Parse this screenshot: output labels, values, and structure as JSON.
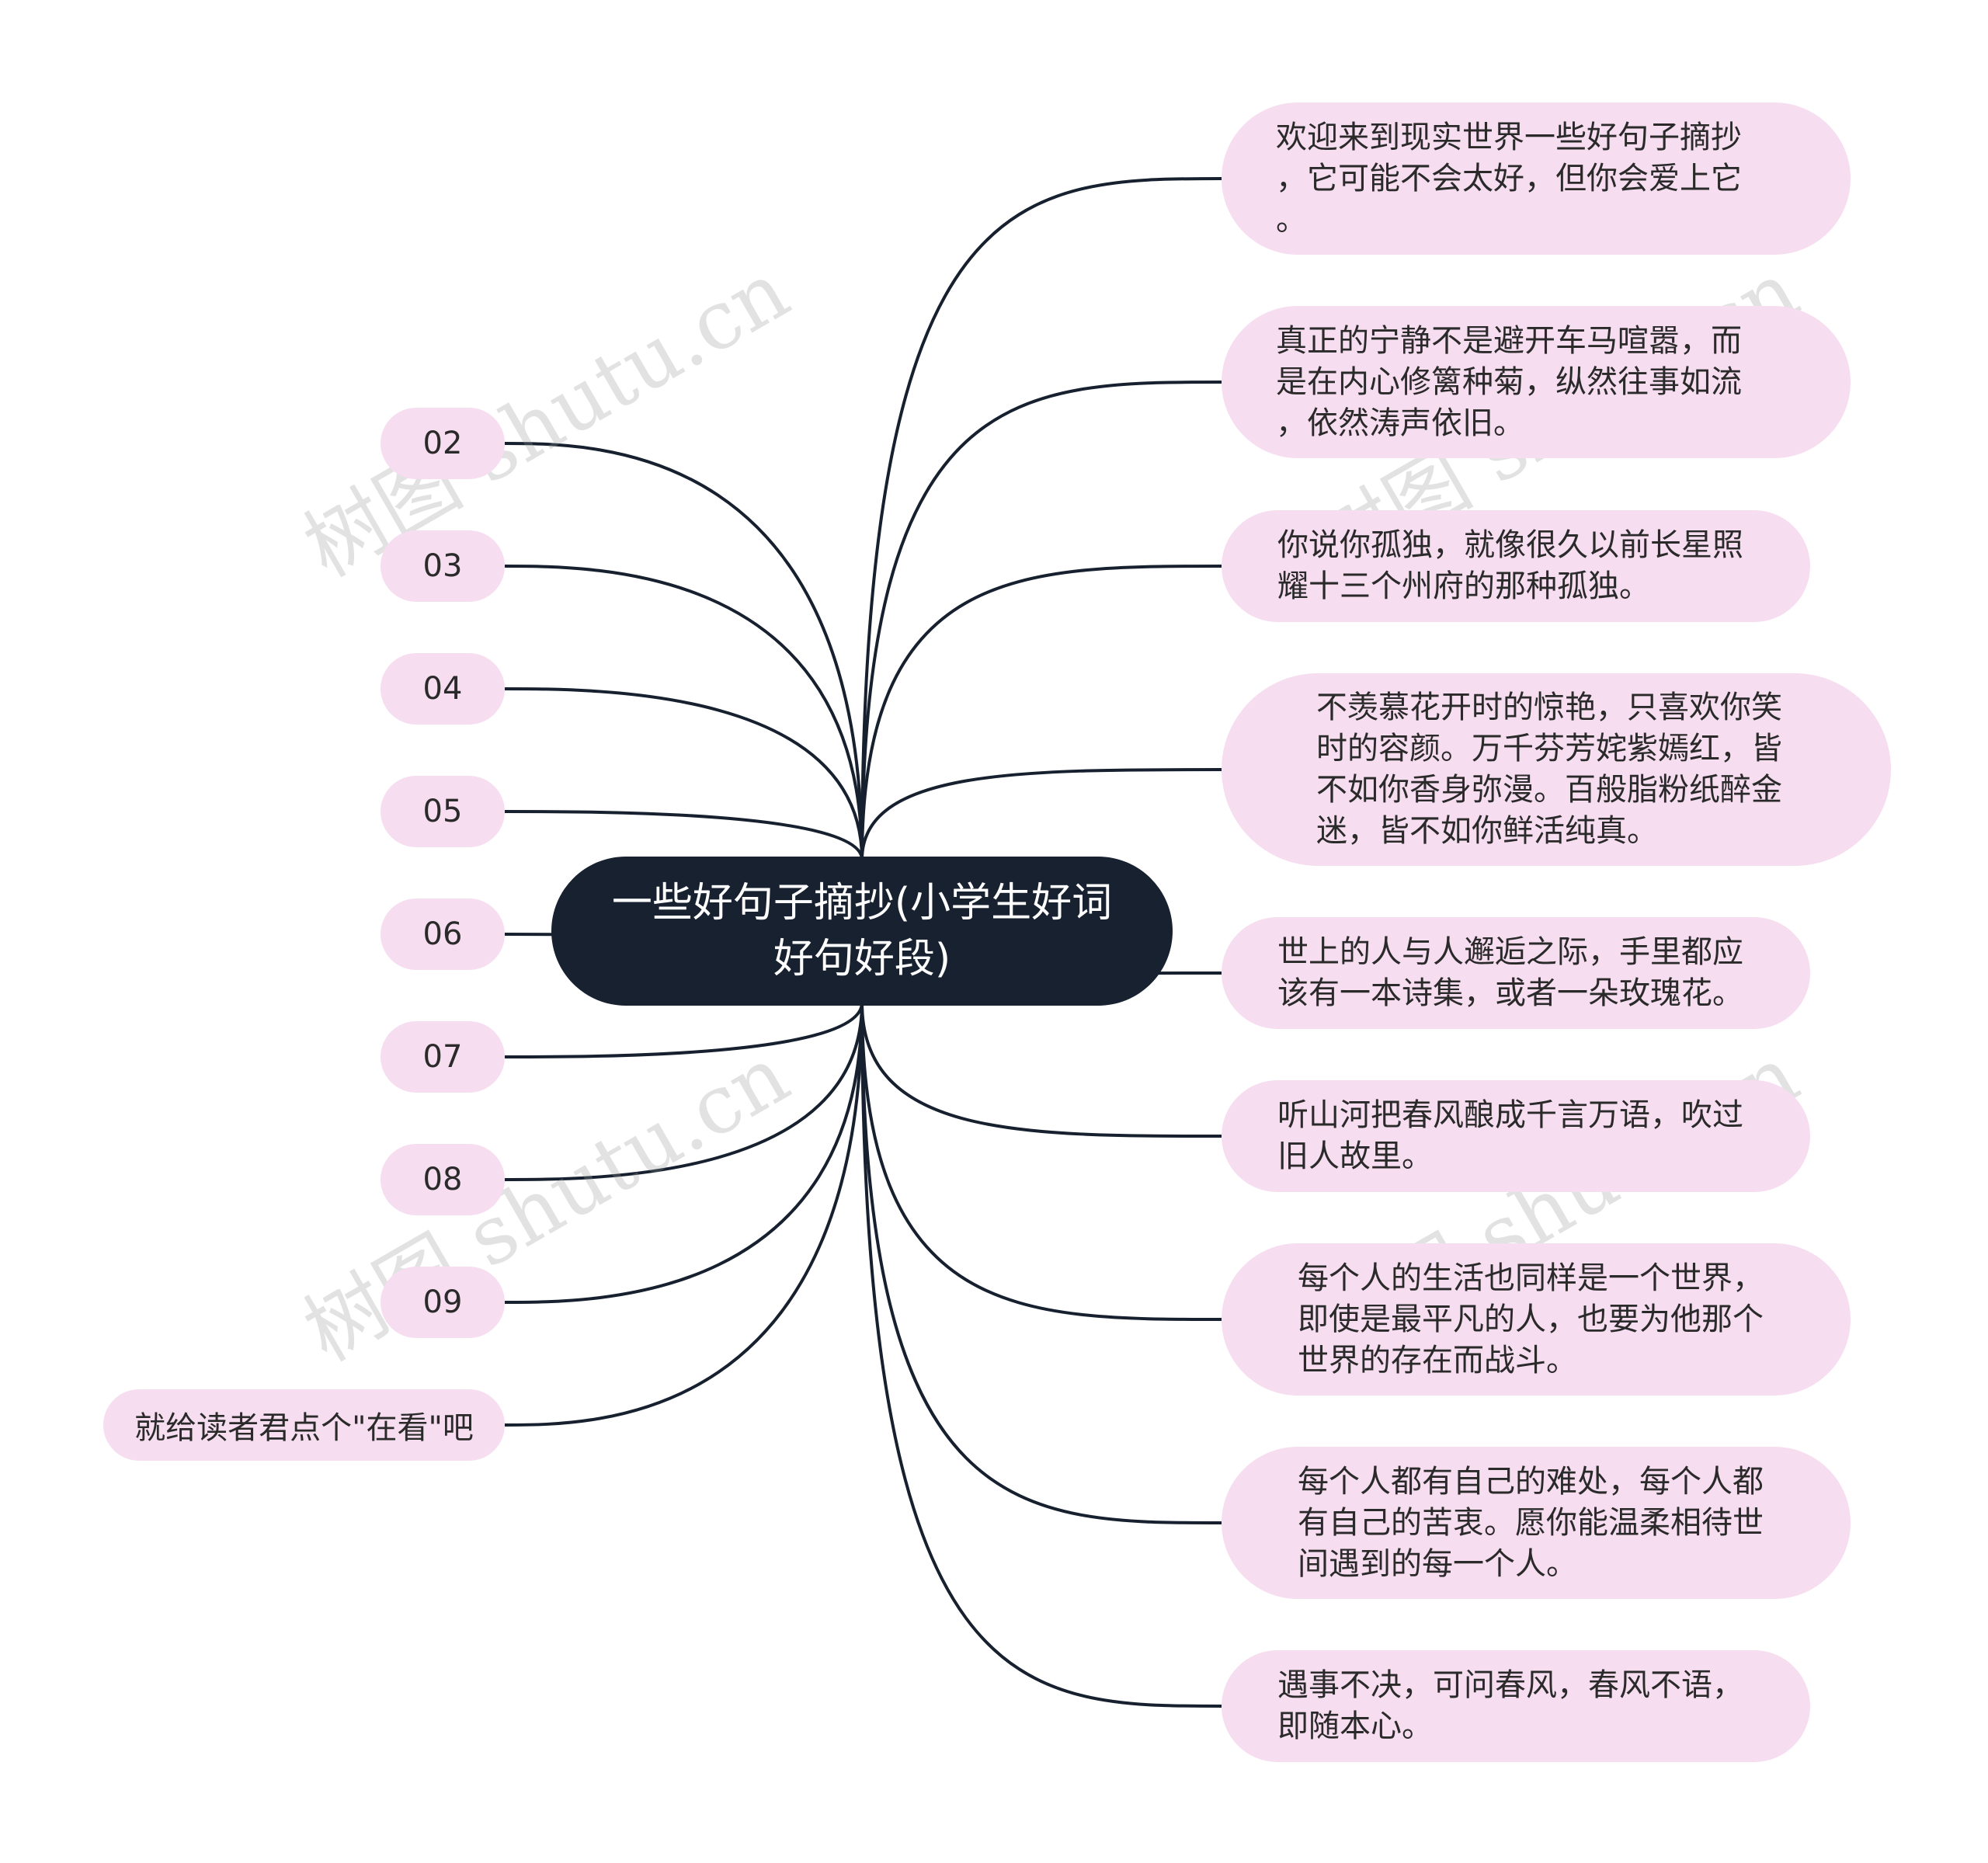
{
  "center": {
    "title": "一些好句子摘抄(小学生好词好句好段)"
  },
  "left_nodes": [
    {
      "label": "02"
    },
    {
      "label": "03"
    },
    {
      "label": "04"
    },
    {
      "label": "05"
    },
    {
      "label": "06"
    },
    {
      "label": "07"
    },
    {
      "label": "08"
    },
    {
      "label": "09"
    },
    {
      "label": "就给读者君点个\"在看\"吧"
    }
  ],
  "right_nodes": [
    {
      "text": "欢迎来到现实世界一些好句子摘抄\n，它可能不会太好，但你会爱上它\n。"
    },
    {
      "text": "真正的宁静不是避开车马喧嚣，而\n是在内心修篱种菊，纵然往事如流\n，依然涛声依旧。"
    },
    {
      "text": "你说你孤独，就像很久以前长星照\n耀十三个州府的那种孤独。"
    },
    {
      "text": "不羡慕花开时的惊艳，只喜欢你笑\n时的容颜。万千芬芳姹紫嫣红，皆\n不如你香身弥漫。百般脂粉纸醉金\n迷，皆不如你鲜活纯真。"
    },
    {
      "text": "世上的人与人邂逅之际，手里都应\n该有一本诗集，或者一朵玫瑰花。"
    },
    {
      "text": "听山河把春风酿成千言万语，吹过\n旧人故里。"
    },
    {
      "text": "每个人的生活也同样是一个世界，\n即使是最平凡的人，也要为他那个\n世界的存在而战斗。"
    },
    {
      "text": "每个人都有自己的难处，每个人都\n有自己的苦衷。愿你能温柔相待世\n间遇到的每一个人。"
    },
    {
      "text": "遇事不决，可问春风，春风不语，\n即随本心。"
    }
  ],
  "watermark": "树图 shutu.cn",
  "colors": {
    "center_bg": "#17212f",
    "leaf_bg": "#f6ddf0",
    "line": "#16202e"
  }
}
